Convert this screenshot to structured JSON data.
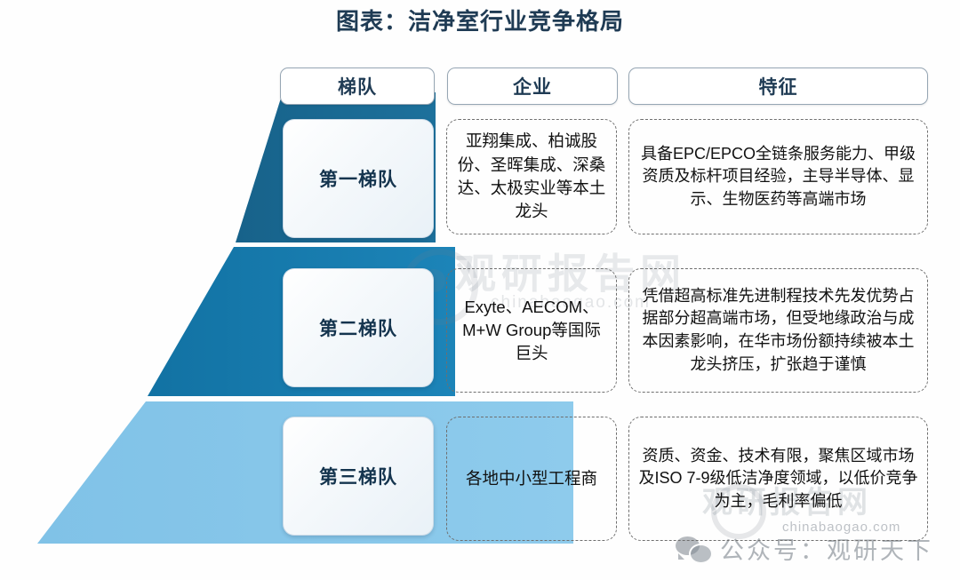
{
  "title": "图表：洁净室行业竞争格局",
  "headers": {
    "tier": "梯队",
    "company": "企业",
    "feature": "特征"
  },
  "rows": [
    {
      "tier": "第一梯队",
      "company": "亚翔集成、柏诚股份、圣晖集成、深桑达、太极实业等本土龙头",
      "feature": "具备EPC/EPCO全链条服务能力、甲级资质及标杆项目经验，主导半导体、显示、生物医药等高端市场"
    },
    {
      "tier": "第二梯队",
      "company": "Exyte、AECOM、M+W Group等国际巨头",
      "feature": "凭借超高标准先进制程技术先发优势占据部分超高端市场，但受地缘政治与成本因素影响，在华市场份额持续被本土龙头挤压，扩张趋于谨慎"
    },
    {
      "tier": "第三梯队",
      "company": "各地中小型工程商",
      "feature": "资质、资金、技术有限，聚焦区域市场及ISO 7-9级低洁净度领域，以低价竞争为主，毛利率偏低"
    }
  ],
  "watermarks": {
    "center_brand": "观研报告网",
    "center_domain": "chinabaogao.com",
    "bottom_right_brand": "观研报告网",
    "bottom_right_domain": "chinabaogao.com",
    "footer_wechat": "公众号：观研天下"
  },
  "colors": {
    "tier1_band": "#1a6c95",
    "tier2_band": "#1b7cae",
    "tier3_band": "#86c6e9",
    "title_text": "#1f3b54",
    "header_border": "#96a6b4",
    "cell_dash": "#6f6f6f"
  }
}
